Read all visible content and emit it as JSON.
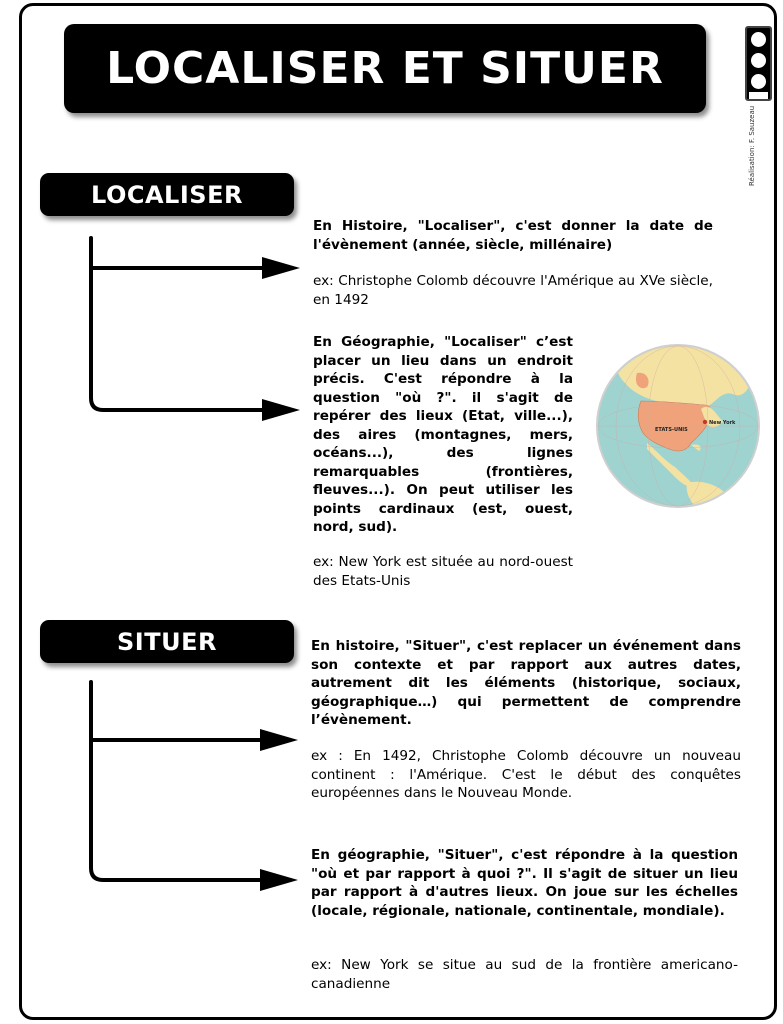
{
  "title": "LOCALISER ET SITUER",
  "credit": "Réalisation: F. Sauzeau",
  "icons": {
    "license": "creative-commons-by-nc-sa-icon",
    "globe": "globe-map-icon"
  },
  "colors": {
    "ocean": "#9ed3d0",
    "land": "#f3e2a2",
    "usa": "#f0a37a"
  },
  "localiser": {
    "label": "LOCALISER",
    "histoire_def": "En Histoire, \"Localiser\", c'est donner la date de l'évènement (année, siècle, millénaire)",
    "histoire_ex": "ex: Christophe Colomb découvre l'Amérique au XVe siècle, en 1492",
    "geo_def": "En Géographie, \"Localiser\" c’est placer un lieu dans un endroit précis. C'est répondre à la question \"où ?\". il s'agit de repérer des lieux (Etat, ville...), des aires (montagnes, mers, océans...), des lignes remarquables (frontières, fleuves...). On peut utiliser les points cardinaux (est, ouest, nord, sud).",
    "geo_ex": "ex: New York est située au nord-ouest des Etats-Unis"
  },
  "map": {
    "country_label": "ETATS-UNIS",
    "city_label": "New York"
  },
  "situer": {
    "label": "SITUER",
    "histoire_def": "En histoire, \"Situer\", c'est replacer un événement dans son contexte et par rapport aux autres dates, autrement dit les éléments (historique, sociaux, géographique…) qui permettent de comprendre l’évènement.",
    "histoire_ex": "ex : En 1492, Christophe Colomb découvre un nouveau continent : l'Amérique. C'est le début des conquêtes européennes dans le Nouveau Monde.",
    "geo_def": "En géographie, \"Situer\", c'est répondre à la question \"où et par rapport à quoi ?\". Il s'agit de situer un lieu par rapport à d'autres lieux. On joue sur les échelles (locale, régionale, nationale, continentale, mondiale).",
    "geo_ex": "ex: New York se situe au sud de la frontière americano-canadienne"
  }
}
